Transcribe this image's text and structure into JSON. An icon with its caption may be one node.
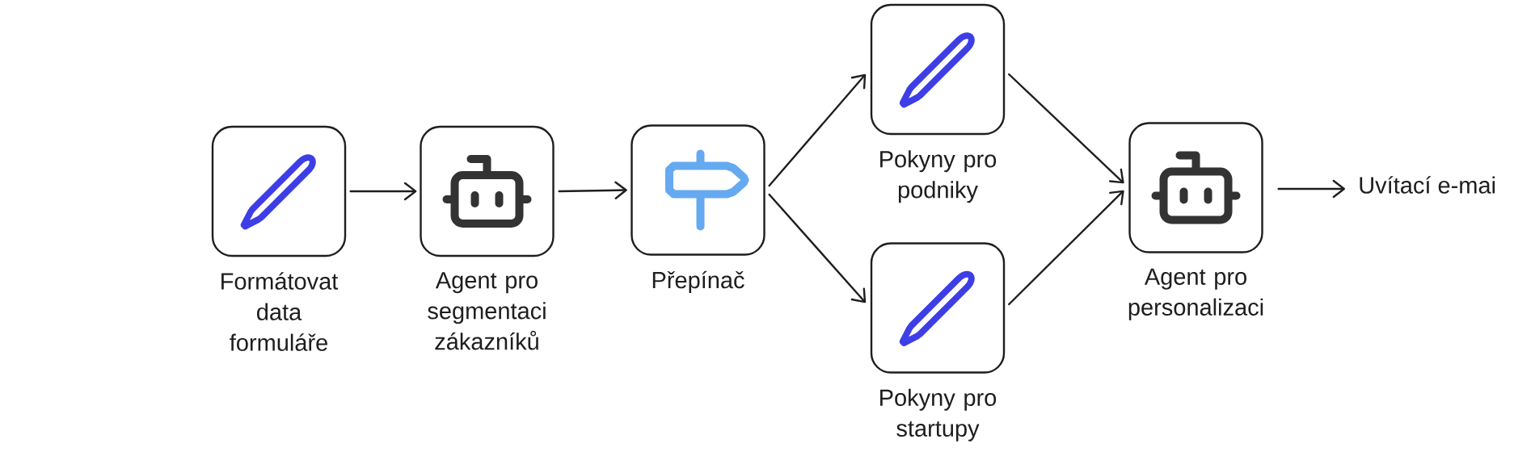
{
  "diagram": {
    "nodes": [
      {
        "text": [
          "Formátovat data formuláře"
        ]
      },
      {
        "text": [
          "Agent pro segmentaci zákazníků"
        ]
      },
      {
        "text": [
          "Přepínač"
        ]
      },
      {
        "text": [
          "Pokyny pro podniky"
        ]
      },
      {
        "text": [
          "Pokyny pro startupy"
        ]
      },
      {
        "text": [
          "Agent pro personalizaci"
        ]
      },
      {
        "text": [
          "Uvítací e-mai"
        ]
      }
    ],
    "edges": [
      {
        "from": 0,
        "to": 1,
        "arrow": "to"
      },
      {
        "from": 1,
        "to": 2,
        "arrow": "to"
      },
      {
        "from": 2,
        "to": 3,
        "arrow": "to"
      },
      {
        "from": 2,
        "to": 4,
        "arrow": "to"
      },
      {
        "from": 3,
        "to": 5,
        "arrow": "to"
      },
      {
        "from": 4,
        "to": 5,
        "arrow": "to"
      },
      {
        "from": 5,
        "to": 6,
        "arrow": "to"
      }
    ]
  }
}
